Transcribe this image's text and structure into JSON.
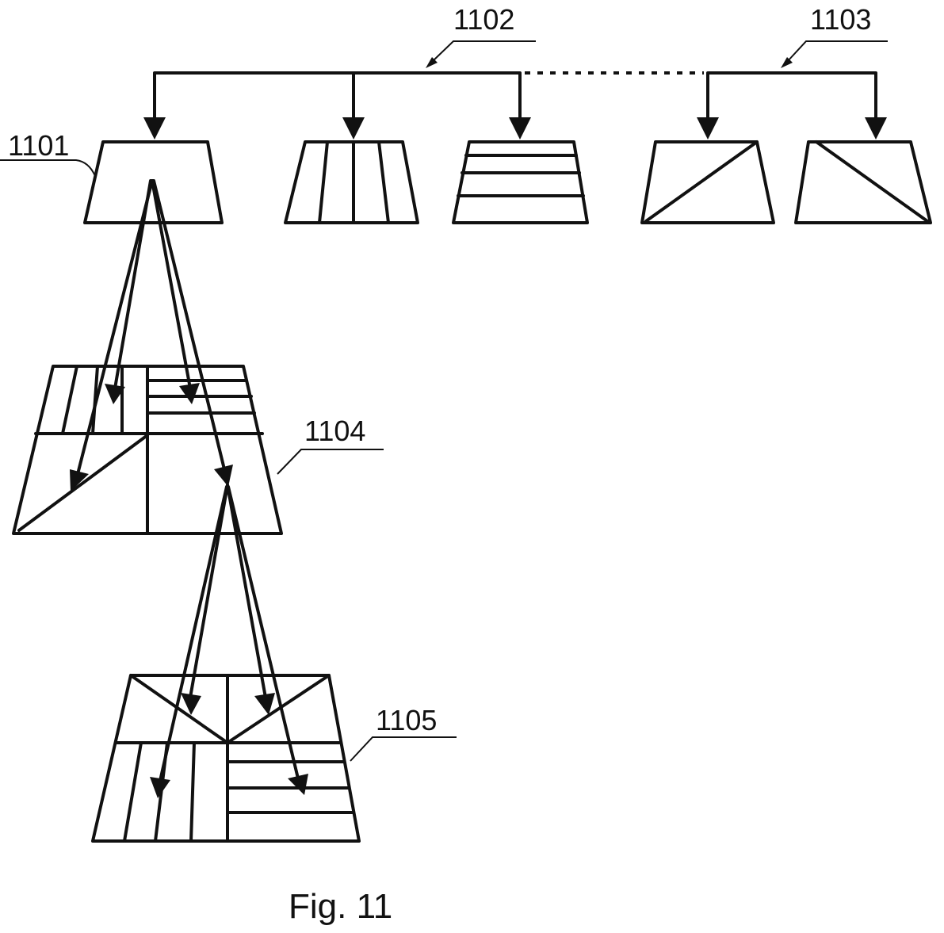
{
  "figure": {
    "caption": "Fig. 11",
    "labels": {
      "ref_1101": "1101",
      "ref_1102": "1102",
      "ref_1103": "1103",
      "ref_1104": "1104",
      "ref_1105": "1105"
    },
    "colors": {
      "ink": "#111111",
      "paper": "#ffffff"
    }
  }
}
